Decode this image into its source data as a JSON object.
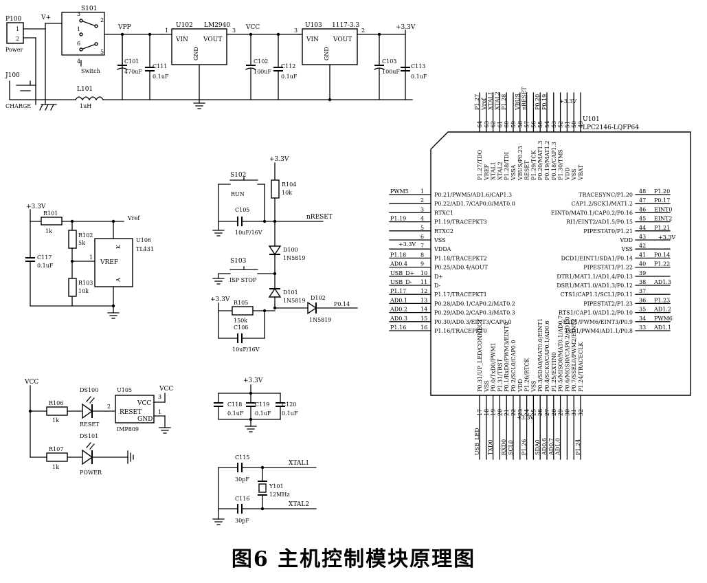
{
  "caption": "图6   主机控制模块原理图",
  "power": {
    "P100": "P100",
    "p1": "1",
    "p2": "2",
    "power_lbl": "Power",
    "vplus": "V+",
    "J100": "J100",
    "charge": "CHARGE",
    "S101": "S101",
    "switch": "Switch",
    "s3": "3",
    "s2": "2",
    "s1": "1",
    "s6": "6",
    "s5": "5",
    "s4": "4",
    "L101": "L101",
    "L101v": "1uH",
    "VPP": "VPP",
    "C101": "C101",
    "C101v": "470uF",
    "C111": "C111",
    "C111v": "0.1uF",
    "U102": "U102",
    "U102t": "LM2940",
    "vin": "VIN",
    "vout": "VOUT",
    "gnd": "GND",
    "u102p1": "1",
    "u102p3": "3",
    "VCC": "VCC",
    "C102": "C102",
    "C102v": "100uF",
    "C112": "C112",
    "C112v": "0.1uF",
    "U103": "U103",
    "U103t": "1117-3.3",
    "u103p3": "3",
    "u103p2": "2",
    "v33": "+3.3V",
    "C103": "C103",
    "C103v": "100uF",
    "C113": "C113",
    "C113v": "0.1uF"
  },
  "vref": {
    "v33": "+3.3V",
    "R101": "R101",
    "R101v": "1k",
    "vref_net": "Vref",
    "R102": "R102",
    "R102v": "5k",
    "R103": "R103",
    "R103v": "10k",
    "C117": "C117",
    "C117v": "0.1uF",
    "U106": "U106",
    "U106t": "TL431",
    "vref": "VREF",
    "k": "K",
    "a": "A",
    "pin1": "1"
  },
  "reset": {
    "v33": "+3.3V",
    "S102": "S102",
    "run": "RUN",
    "R104": "R104",
    "R104v": "10k",
    "C105": "C105",
    "C105v": "10uF/16V",
    "nreset": "nRESET",
    "D100": "D100",
    "D100v": "1N5819",
    "S103": "S103",
    "istop": "ISP STOP",
    "D101": "D101",
    "D101v": "1N5819",
    "D102": "D102",
    "D102v": "1N5819",
    "v33b": "+3.3V",
    "R105": "R105",
    "R105v": "150k",
    "C106": "C106",
    "C106v": "10uF/16V",
    "p014": "P0.14"
  },
  "leds": {
    "VCC": "VCC",
    "R106": "R106",
    "R106v": "1k",
    "DS100": "DS100",
    "reset": "RESET",
    "U105": "U105",
    "U105t": "IMP809",
    "reset_pin": "RESET",
    "vcc": "VCC",
    "gnd": "GND",
    "p2": "2",
    "p3": "3",
    "p1": "1",
    "vcc_r": "VCC",
    "R107": "R107",
    "R107v": "1k",
    "DS101": "DS101",
    "power": "POWER"
  },
  "decoupling": {
    "v33": "+3.3V",
    "C118": "C118",
    "C118v": "0.1uF",
    "C119": "C119",
    "C119v": "0.1uF",
    "C120": "C120",
    "C120v": "0.1uF"
  },
  "crystal": {
    "C115": "C115",
    "C115v": "30pF",
    "C116": "C116",
    "C116v": "30pF",
    "Y101": "Y101",
    "Y101v": "12MHz",
    "xtal1": "XTAL1",
    "xtal2": "XTAL2"
  },
  "mcu": {
    "U101": "U101",
    "part": "LPC2146-LQFP64",
    "v33": "+3.3V",
    "v33b": "+3.3V",
    "v33c": "+3.3V",
    "left_pins": [
      {
        "net": "PWM5",
        "num": "1",
        "name": "P0.21/PWM5/AD1.6/CAP1.3"
      },
      {
        "net": "",
        "num": "2",
        "name": "P0.22/AD1.7/CAP0.0/MAT0.0"
      },
      {
        "net": "",
        "num": "3",
        "name": "RTXC1"
      },
      {
        "net": "P1.19",
        "num": "4",
        "name": "P1.19/TRACEPKT3"
      },
      {
        "net": "",
        "num": "5",
        "name": "RTXC2"
      },
      {
        "net": "",
        "num": "6",
        "name": "VSS"
      },
      {
        "net": "",
        "num": "7",
        "name": "VDDA"
      },
      {
        "net": "P1.18",
        "num": "8",
        "name": "P1.18/TRACEPKT2"
      },
      {
        "net": "AD0.4",
        "num": "9",
        "name": "P0.25/AD0.4/AOUT"
      },
      {
        "net": "USB_D+",
        "num": "10",
        "name": "D+"
      },
      {
        "net": "USB_D-",
        "num": "11",
        "name": "D-"
      },
      {
        "net": "P1.17",
        "num": "12",
        "name": "P1.17/TRACEPKT1"
      },
      {
        "net": "AD0.1",
        "num": "13",
        "name": "P0.28/AD0.1/CAP0.2/MAT0.2"
      },
      {
        "net": "AD0.2",
        "num": "14",
        "name": "P0.29/AD0.2/CAP0.3/MAT0.3"
      },
      {
        "net": "AD0.3",
        "num": "15",
        "name": "P0.30/AD0.3/EINT3/CAP0.0"
      },
      {
        "net": "P1.16",
        "num": "16",
        "name": "P1.16/TRACEPKT0"
      }
    ],
    "right_pins": [
      {
        "num": "48",
        "name": "TRACESYNC/P1.20",
        "net": "P1.20"
      },
      {
        "num": "47",
        "name": "CAP1.2/SCK1/MAT1.2",
        "net": "P0.17"
      },
      {
        "num": "46",
        "name": "EINT0/MAT0.1/CAP0.2/P0.16",
        "net": "EINT0"
      },
      {
        "num": "45",
        "name": "RI1/EINT2/AD1.5/P0.15",
        "net": "EINT2"
      },
      {
        "num": "44",
        "name": "PIPESTAT0/P1.21",
        "net": "P1.21"
      },
      {
        "num": "43",
        "name": "VDD",
        "net": ""
      },
      {
        "num": "42",
        "name": "VSS",
        "net": ""
      },
      {
        "num": "41",
        "name": "DCD1/EINT1/SDA1/P0.14",
        "net": "P0.14"
      },
      {
        "num": "40",
        "name": "PIPESTAT1/P1.22",
        "net": "P1.22"
      },
      {
        "num": "39",
        "name": "DTR1/MAT1.1/AD1.4/P0.13",
        "net": ""
      },
      {
        "num": "38",
        "name": "DSR1/MAT1.0/AD1.3/P0.12",
        "net": "AD1.3"
      },
      {
        "num": "37",
        "name": "CTS1/CAP1.1/SCL1/P0.11",
        "net": ""
      },
      {
        "num": "36",
        "name": "PIPESTAT2/P1.23",
        "net": "P1.23"
      },
      {
        "num": "35",
        "name": "RTS1/CAP1.0/AD1.2/P0.10",
        "net": "AD1.2"
      },
      {
        "num": "34",
        "name": "RxD1/PWM6/EINT3/P0.9",
        "net": "PWM6"
      },
      {
        "num": "33",
        "name": "TxD1/PWM4/AD1.1/P0.8",
        "net": "AD1.1"
      }
    ],
    "top_pins": [
      {
        "num": "64",
        "name": "P1.27/TDO",
        "net": "P1.27"
      },
      {
        "num": "63",
        "name": "VREF",
        "net": "Vref"
      },
      {
        "num": "62",
        "name": "XTAL1",
        "net": "XTAL1"
      },
      {
        "num": "61",
        "name": "XTAL2",
        "net": "XTAL2"
      },
      {
        "num": "60",
        "name": "P1.28/TDI",
        "net": "P1.28"
      },
      {
        "num": "59",
        "name": "VSSA",
        "net": ""
      },
      {
        "num": "58",
        "name": "VBUS/P0.23",
        "net": "VBUS"
      },
      {
        "num": "57",
        "name": "RESET",
        "net": "nRESET"
      },
      {
        "num": "56",
        "name": "P1.29/TCK",
        "net": ""
      },
      {
        "num": "55",
        "name": "P0.20/MAT1.3",
        "net": "P0.20"
      },
      {
        "num": "54",
        "name": "P0.19/MAT1.2",
        "net": "P0.19"
      },
      {
        "num": "53",
        "name": "P0.18/CAP1.3",
        "net": ""
      },
      {
        "num": "52",
        "name": "P1.30/TMS",
        "net": ""
      },
      {
        "num": "51",
        "name": "VDD",
        "net": ""
      },
      {
        "num": "50",
        "name": "VSS",
        "net": ""
      },
      {
        "num": "49",
        "name": "VBAT",
        "net": ""
      }
    ],
    "bottom_pins": [
      {
        "num": "17",
        "name": "P0.31/UP_LED/CONNECT",
        "net": "USB_LED"
      },
      {
        "num": "18",
        "name": "VSS",
        "net": ""
      },
      {
        "num": "19",
        "name": "P0.0/TxD0/PWM1",
        "net": "TXD0"
      },
      {
        "num": "20",
        "name": "P1.31/TRST",
        "net": ""
      },
      {
        "num": "21",
        "name": "P0.1/RxD0/PWM3/EINT0",
        "net": "RXD0"
      },
      {
        "num": "22",
        "name": "P0.2/SCL0/CAP0.0",
        "net": "SCL0"
      },
      {
        "num": "23",
        "name": "VDD",
        "net": ""
      },
      {
        "num": "24",
        "name": "P1.26/RTCK",
        "net": "P1.26"
      },
      {
        "num": "25",
        "name": "VSS",
        "net": ""
      },
      {
        "num": "26",
        "name": "P0.3/SDA0/MAT0.0/EINT1",
        "net": "SDA0"
      },
      {
        "num": "27",
        "name": "P0.4/SCK0/CAP0.1/AD0.6",
        "net": "AD0.6"
      },
      {
        "num": "28",
        "name": "P1.25/EXTIN0",
        "net": "AD0.7"
      },
      {
        "num": "29",
        "name": "P0.5/MISO0/MAT0.1/AD0.7",
        "net": "AD1.0"
      },
      {
        "num": "30",
        "name": "P0.6/MOSI0/CAP0.2/AD1.0",
        "net": ""
      },
      {
        "num": "31",
        "name": "P0.7/SSEL0/PWM2/EINT2",
        "net": ""
      },
      {
        "num": "32",
        "name": "P1.24/TRACECLK",
        "net": "P1.24"
      }
    ]
  }
}
